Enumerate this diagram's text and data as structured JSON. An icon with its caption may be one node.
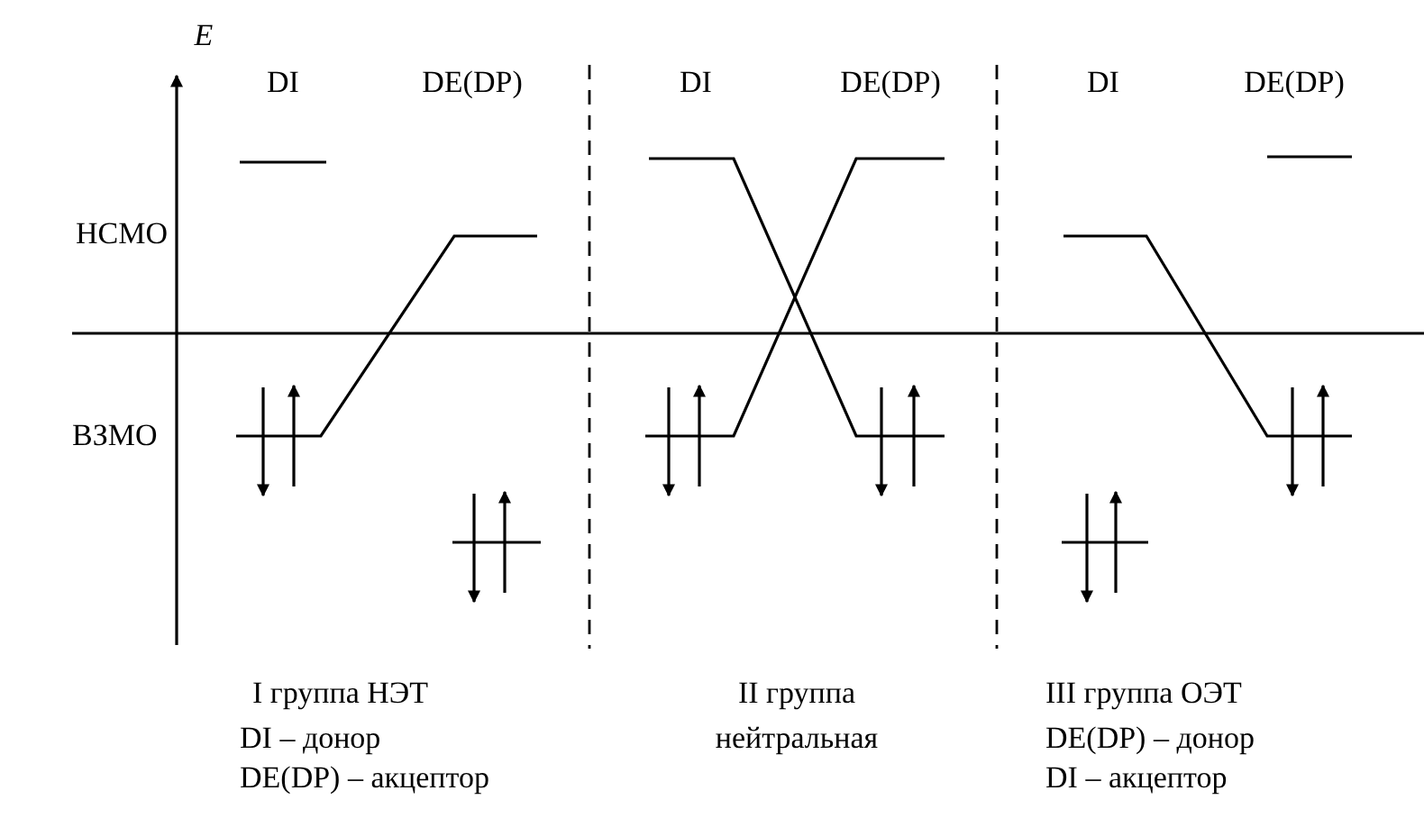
{
  "diagram": {
    "labels": [
      "E",
      "DI",
      "DE(DP)",
      "DI",
      "DE(DP)",
      "DI",
      "DE(DP)",
      "НСМО",
      "ВЗМО",
      "I группа НЭТ",
      "II группа",
      "III группа ОЭТ",
      "DI – донор",
      "нейтральная",
      "DE(DP) – донор",
      "DE(DP) – акцептор",
      "DI – акцептор"
    ]
  }
}
